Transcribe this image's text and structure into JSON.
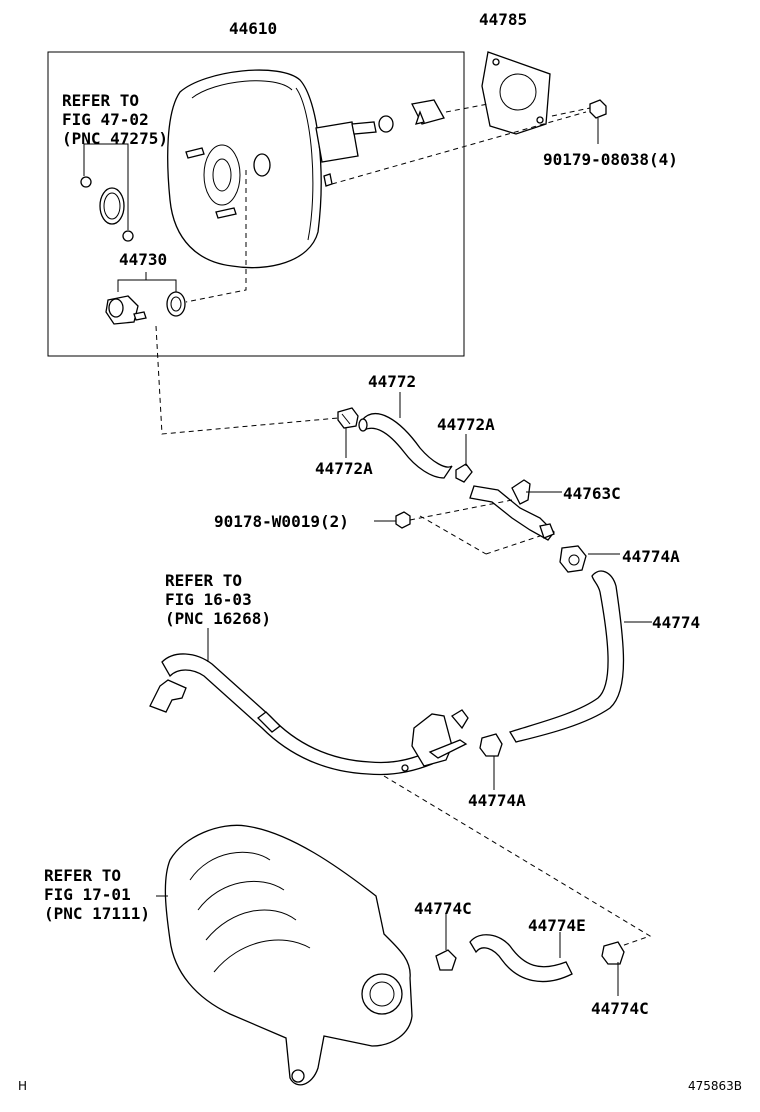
{
  "labels": {
    "booster": "44610",
    "gasket": "44785",
    "booster_nut": "90179-08038(4)",
    "check_valve": "44730",
    "refer_4702": [
      "REFER TO",
      "FIG 47-02",
      "(PNC 47275)"
    ],
    "hose_44772": "44772",
    "clip_44772a_top": "44772A",
    "clip_44772a_left": "44772A",
    "union_44763c": "44763C",
    "bolt_90178": "90178-W0019(2)",
    "clip_44774a_top": "44774A",
    "hose_44774": "44774",
    "refer_1603": [
      "REFER TO",
      "FIG 16-03",
      "(PNC 16268)"
    ],
    "clip_44774a_bottom": "44774A",
    "refer_1701": [
      "REFER TO",
      "FIG 17-01",
      "(PNC 17111)"
    ],
    "clip_44774c_left": "44774C",
    "hose_44774e": "44774E",
    "clip_44774c_right": "44774C"
  },
  "corner_left": "H",
  "corner_right": "475863B"
}
